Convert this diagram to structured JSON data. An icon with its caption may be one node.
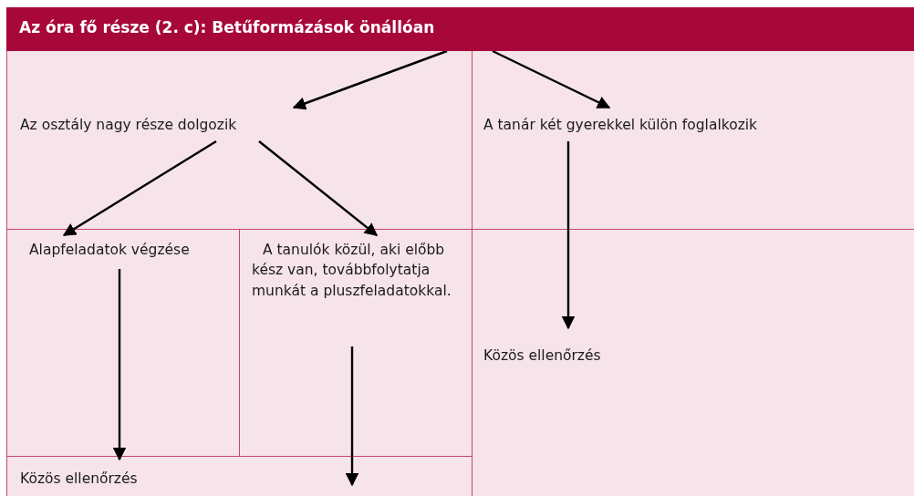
{
  "diagram": {
    "nodes": [
      {
        "text": [
          "Az óra fő része (2. c): Betűformázások önállóan"
        ]
      },
      {
        "text": [
          "Az osztály nagy része dolgozik"
        ]
      },
      {
        "text": [
          "A tanár két gyerekkel külön foglalkozik"
        ]
      },
      {
        "text": [
          "Alapfeladatok végzése"
        ]
      },
      {
        "text": [
          "A tanulók közül, aki előbb kész van, továbbfolytatja munkát a pluszfeladatokkal."
        ]
      },
      {
        "text": [
          "Közös ellenőrzés"
        ]
      },
      {
        "text": [
          "Közös ellenőrzés"
        ]
      }
    ],
    "edges": [
      {
        "from": 0,
        "to": 1,
        "arrow": "to"
      },
      {
        "from": 0,
        "to": 2,
        "arrow": "to"
      },
      {
        "from": 1,
        "to": 3,
        "arrow": "to"
      },
      {
        "from": 1,
        "to": 4,
        "arrow": "to"
      },
      {
        "from": 2,
        "to": 6,
        "arrow": "to"
      },
      {
        "from": 3,
        "to": 5,
        "arrow": "to"
      },
      {
        "from": 4,
        "to": null,
        "arrow": "to"
      }
    ]
  }
}
